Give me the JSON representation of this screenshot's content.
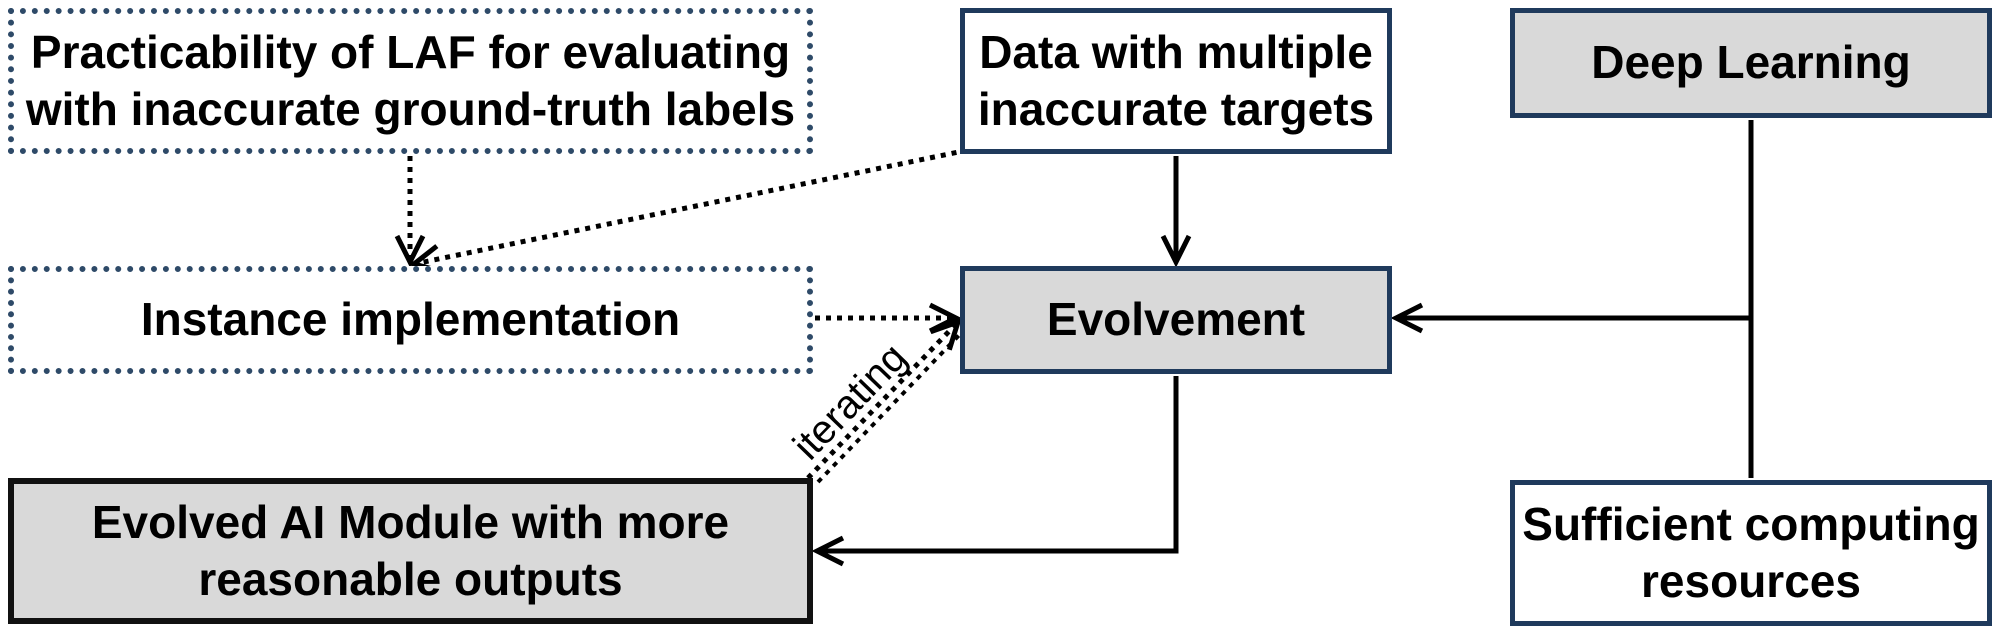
{
  "boxes": {
    "practicability": [
      "Practicability of LAF for evaluating",
      "with inaccurate ground-truth labels"
    ],
    "data": [
      "Data with multiple",
      "inaccurate targets"
    ],
    "deep_learning": [
      "Deep Learning"
    ],
    "instance": [
      "Instance implementation"
    ],
    "evolvement": [
      "Evolvement"
    ],
    "evolved": [
      "Evolved AI Module with more",
      "reasonable outputs"
    ],
    "sufficient": [
      "Sufficient computing",
      "resources"
    ]
  },
  "edge_labels": {
    "iterating": "iterating"
  },
  "colors": {
    "dotted_border": "#2e4a68",
    "navy_border": "#1f3a5c",
    "grey_fill": "#d9d9d9",
    "arrow": "#000000"
  }
}
